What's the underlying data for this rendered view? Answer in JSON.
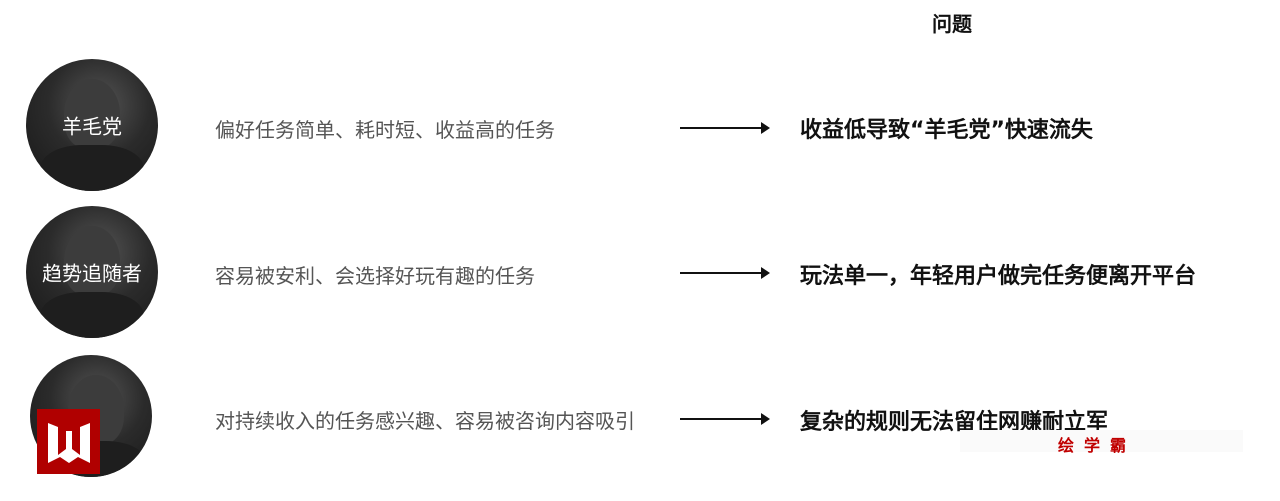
{
  "header": {
    "title": "问题"
  },
  "rows": [
    {
      "persona": "羊毛党",
      "description": "偏好任务简单、耗时短、收益高的任务",
      "problem": "收益低导致“羊毛党”快速流失"
    },
    {
      "persona": "趋势追随者",
      "description": "容易被安利、会选择好玩有趣的任务",
      "problem": "玩法单一，年轻用户做完任务便离开平台"
    },
    {
      "persona": "",
      "description": "对持续收入的任务感兴趣、容易被咨询内容吸引",
      "problem": "复杂的规则无法留住网赚耐立军"
    }
  ],
  "watermark": {
    "text": "绘学霸",
    "color": "#c00000"
  }
}
